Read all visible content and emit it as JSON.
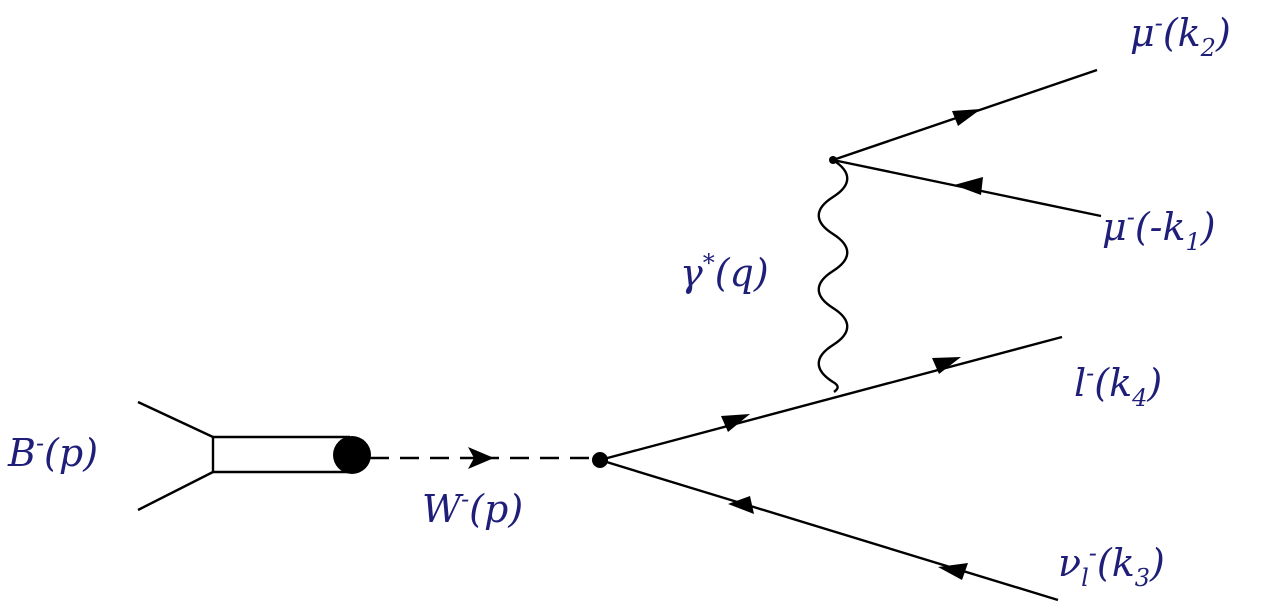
{
  "labels": {
    "b_meson": {
      "base": "B",
      "sup": "-",
      "arg": "(p)"
    },
    "w_boson": {
      "base": "W",
      "sup": "-",
      "arg": "(p)"
    },
    "photon": {
      "base": "γ",
      "sup": "*",
      "arg": "(q)"
    },
    "muon_out": {
      "base": "μ",
      "sup": "-",
      "arg_open": "(k",
      "sub": "2",
      "arg_close": ")"
    },
    "muon_in": {
      "base": "μ",
      "sup": "-",
      "arg_open": "(-k",
      "sub": "1",
      "arg_close": ")"
    },
    "lepton": {
      "base": "l",
      "sup": "-",
      "arg_open": "(k",
      "sub": "4",
      "arg_close": ")"
    },
    "neutrino": {
      "base": "ν",
      "sub_l": "l",
      "sup": "-",
      "arg_open": "(k",
      "sub": "3",
      "arg_close": ")"
    }
  },
  "colors": {
    "label": "#1f1f7a",
    "line": "#000000"
  }
}
